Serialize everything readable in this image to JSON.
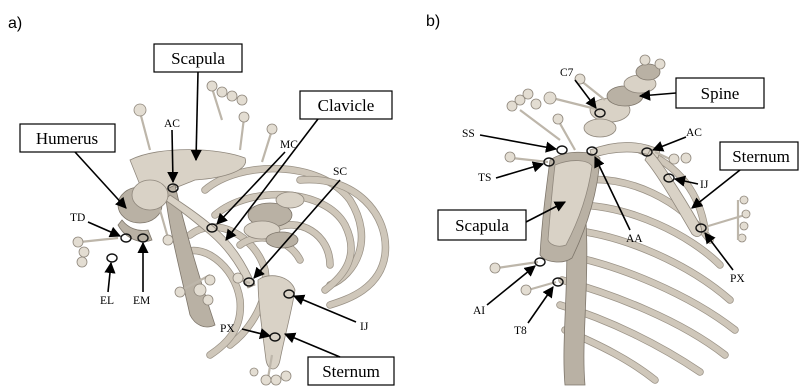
{
  "panels": {
    "a": {
      "letter": "a)",
      "boxes": {
        "humerus": "Humerus",
        "scapula": "Scapula",
        "clavicle": "Clavicle",
        "sternum": "Sternum"
      },
      "landmarks": {
        "ac": "AC",
        "mc": "MC",
        "sc": "SC",
        "td": "TD",
        "el": "EL",
        "em": "EM",
        "ij": "IJ",
        "px": "PX"
      }
    },
    "b": {
      "letter": "b)",
      "boxes": {
        "spine": "Spine",
        "sternum": "Sternum",
        "scapula": "Scapula"
      },
      "landmarks": {
        "c7": "C7",
        "ss": "SS",
        "ts": "TS",
        "ac": "AC",
        "ij": "IJ",
        "aa": "AA",
        "px": "PX",
        "ai": "AI",
        "t8": "T8"
      }
    }
  },
  "colors": {
    "bone": "#d9d2c6",
    "bone_shadow": "#8f877c",
    "ink": "#000000",
    "background": "#ffffff"
  }
}
